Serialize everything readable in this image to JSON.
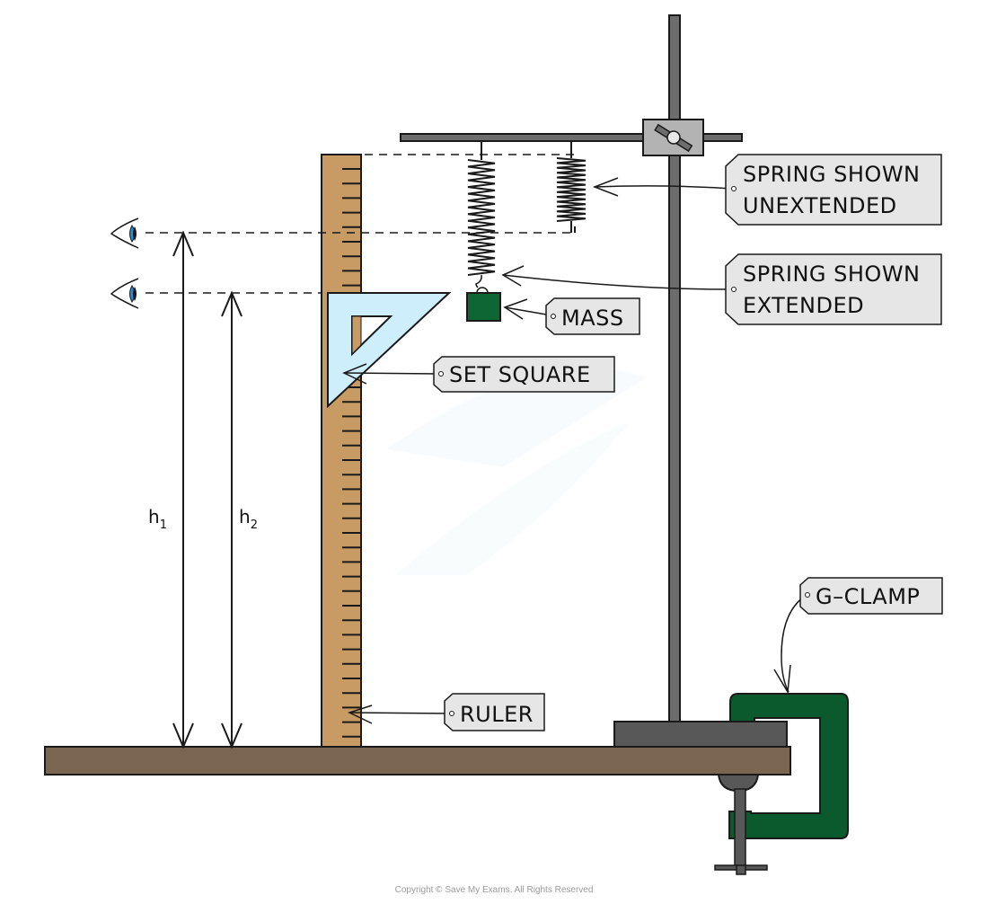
{
  "title": "Hooke's law spring extension experiment setup",
  "labels": {
    "spring_unextended": [
      "SPRING SHOWN",
      "UNEXTENDED"
    ],
    "spring_extended": [
      "SPRING SHOWN",
      "EXTENDED"
    ],
    "mass": "MASS",
    "set_square": "SET SQUARE",
    "ruler": "RULER",
    "g_clamp": "G–CLAMP"
  },
  "heights": {
    "h1": {
      "base": "h",
      "sub": "1"
    },
    "h2": {
      "base": "h",
      "sub": "2"
    }
  },
  "colors": {
    "ruler": "#c89b64",
    "bench": "#7a6650",
    "stand": "#6d6d6d",
    "stand_base": "#585858",
    "boss": "#b3b3b3",
    "mass": "#0d6633",
    "clamp": "#0a5a2e",
    "set_square": "#cdeefa",
    "tag_fill": "#e6e6e6",
    "eye_iris": "#1e8fd6"
  },
  "copyright": "Copyright © Save My Exams. All Rights Reserved"
}
